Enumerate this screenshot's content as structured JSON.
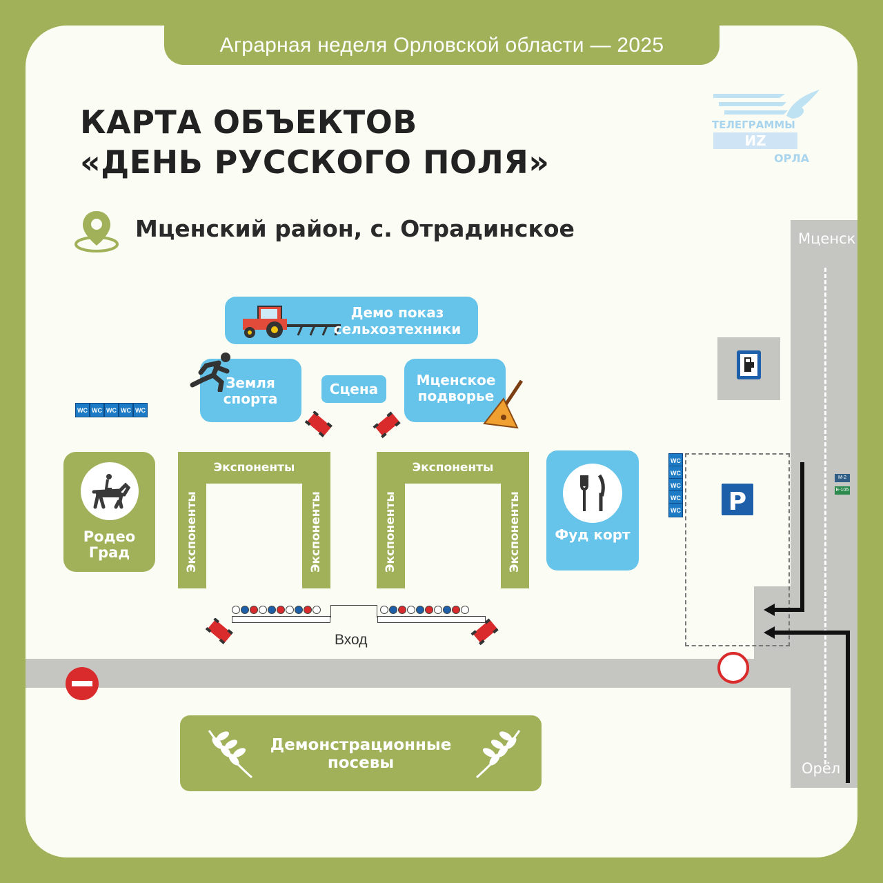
{
  "header": {
    "banner": "Аграрная неделя Орловской области — 2025"
  },
  "title": {
    "line1": "КАРТА ОБЪЕКТОВ",
    "line2": "«ДЕНЬ РУССКОГО ПОЛЯ»"
  },
  "location": {
    "address": "Мценский район, с. Отрадинское",
    "icon": "location-pin-icon"
  },
  "logo": {
    "line1": "ТЕЛЕГРАММЫ",
    "line2": "ИZ",
    "line3": "ОРЛА"
  },
  "zones": {
    "demo_show": "Демо показ сельхозтехники",
    "sport": "Земля спорта",
    "stage": "Сцена",
    "podvorye": "Мценское подворье",
    "rodeo": "Родео Град",
    "food_court": "Фуд корт",
    "sowing": "Демонстрационные посевы",
    "entrance": "Вход"
  },
  "exhibitors_label": "Экспоненты",
  "wc_label": "WC",
  "roads": {
    "north": "Мценск",
    "south": "Орёл",
    "badge_m2": "M-2",
    "badge_e105": "E-105"
  },
  "colors": {
    "green": "#a0b15a",
    "blue": "#66c3ea",
    "road": "#c5c6c2",
    "red": "#d92b2b"
  },
  "icons": [
    "tractor-icon",
    "runner-icon",
    "balalaika-icon",
    "horse-rider-icon",
    "fork-knife-icon",
    "wheat-icon",
    "fuel-station-icon",
    "parking-icon",
    "no-entry-sign",
    "no-vehicles-sign",
    "arrow-icon"
  ]
}
